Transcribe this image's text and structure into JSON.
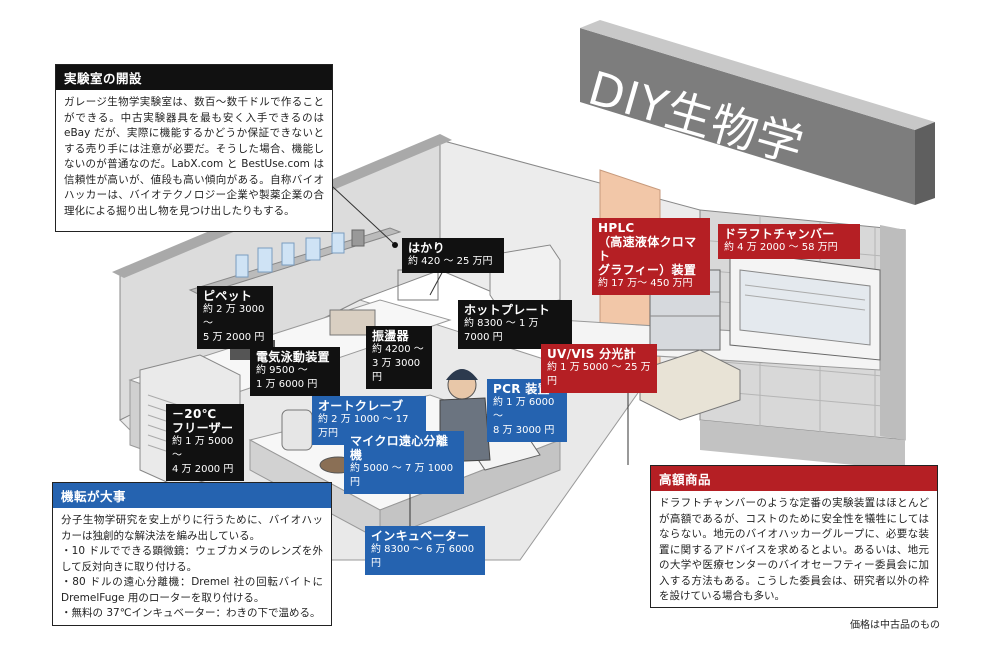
{
  "title": "DIY生物学",
  "footnote": "価格は中古品のもの",
  "boxes": {
    "lab_setup": {
      "heading": "実験室の開設",
      "body": "ガレージ生物学実験室は、数百～数千ドルで作ることができる。中古実験器具を最も安く入手できるのは eBay だが、実際に機能するかどうか保証できないとする売り手には注意が必要だ。そうした場合、機能しないのが普通なのだ。LabX.com と BestUse.com は信頼性が高いが、値段も高い傾向がある。自称バイオハッカーは、バイオテクノロジー企業や製薬企業の合理化による掘り出し物を見つけ出したりもする。"
    },
    "ingenuity": {
      "heading": "機転が大事",
      "intro": "分子生物学研究を安上がりに行うために、バイオハッカーは独創的な解決法を編み出している。",
      "items": [
        "・10 ドルでできる顕微鏡：ウェブカメラのレンズを外して反対向きに取り付ける。",
        "・80 ドルの遠心分離機：Dremel 社の回転バイトに DremelFuge 用のローターを取り付ける。",
        "・無料の 37℃インキュベーター：わきの下で温める。"
      ]
    },
    "expensive": {
      "heading": "高額商品",
      "body": "ドラフトチャンバーのような定番の実験装置はほとんどが高額であるが、コストのために安全性を犠牲にしてはならない。地元のバイオハッカーグループに、必要な装置に関するアドバイスを求めるとよい。あるいは、地元の大学や医療センターのバイオセーフティー委員会に加入する方法もある。こうした委員会は、研究者以外の枠を設けている場合も多い。"
    }
  },
  "labels": {
    "scale": {
      "name": "はかり",
      "price": "約 420 ～ 25 万円"
    },
    "pipette": {
      "name": "ピペット",
      "price1": "約 2 万 3000 ～",
      "price2": "5 万 2000 円"
    },
    "hotplate": {
      "name": "ホットプレート",
      "price": "約 8300 ～ 1 万 7000 円"
    },
    "shaker": {
      "name": "振盪器",
      "price1": "約 4200 ～",
      "price2": "3 万 3000 円"
    },
    "electrophoresis": {
      "name": "電気泳動装置",
      "price1": "約 9500 ～",
      "price2": "1 万 6000 円"
    },
    "freezer": {
      "name1": "－20℃",
      "name2": "フリーザー",
      "price1": "約 1 万 5000 ～",
      "price2": "4 万 2000 円"
    },
    "autoclave": {
      "name": "オートクレーブ",
      "price": "約 2 万 1000 ～ 17 万円"
    },
    "centrifuge": {
      "name": "マイクロ遠心分離機",
      "price": "約 5000 ～ 7 万 1000 円"
    },
    "pcr": {
      "name": "PCR 装置",
      "price1": "約 1 万 6000 ～",
      "price2": "8 万 3000 円"
    },
    "incubator": {
      "name": "インキュベーター",
      "price": "約 8300 ～ 6 万 6000 円"
    },
    "hplc": {
      "name1": "HPLC",
      "name2": "（高速液体クロマト",
      "name3": "グラフィー）装置",
      "price": "約 17 万～ 450 万円"
    },
    "fume_hood": {
      "name": "ドラフトチャンバー",
      "price": "約 4 万 2000 ～ 58 万円"
    },
    "uvvis": {
      "name": "UV/VIS 分光計",
      "price": "約 1 万 5000 ～ 25 万円"
    }
  },
  "colors": {
    "black_label": "#111111",
    "blue_label": "#2563b0",
    "red_label": "#b51f24"
  }
}
